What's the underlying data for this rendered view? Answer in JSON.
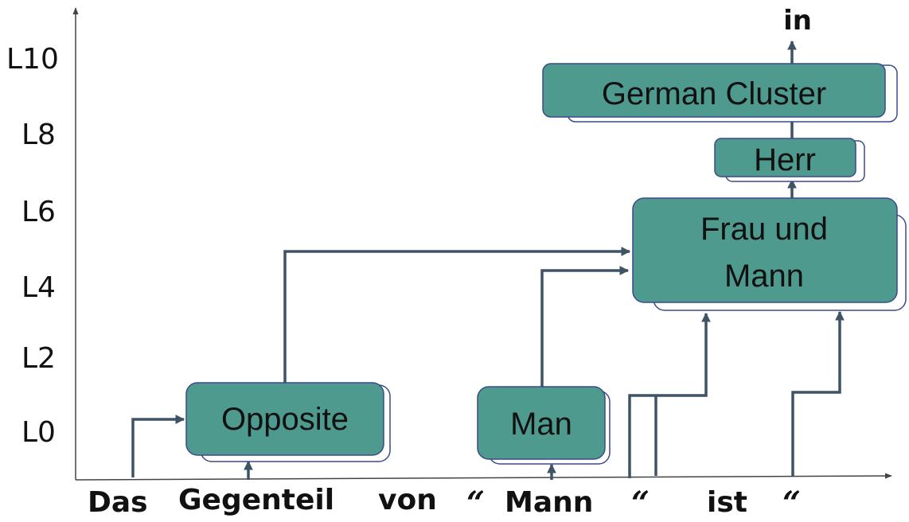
{
  "y_axis": {
    "labels": [
      "L10",
      "L8",
      "L6",
      "L4",
      "L2",
      "L0"
    ]
  },
  "tokens": [
    "Das",
    "Gegenteil",
    "von",
    "“",
    "Mann",
    "“",
    "ist",
    "“"
  ],
  "nodes": {
    "opposite": "Opposite",
    "man": "Man",
    "frau_und_mann": [
      "Frau und",
      "Mann"
    ],
    "herr": "Herr",
    "german_cluster": "German Cluster"
  },
  "output_token": "in",
  "colors": {
    "node_fill": "#4e9a8e",
    "node_border": "#3b4a8a",
    "edge": "#3e5466"
  }
}
